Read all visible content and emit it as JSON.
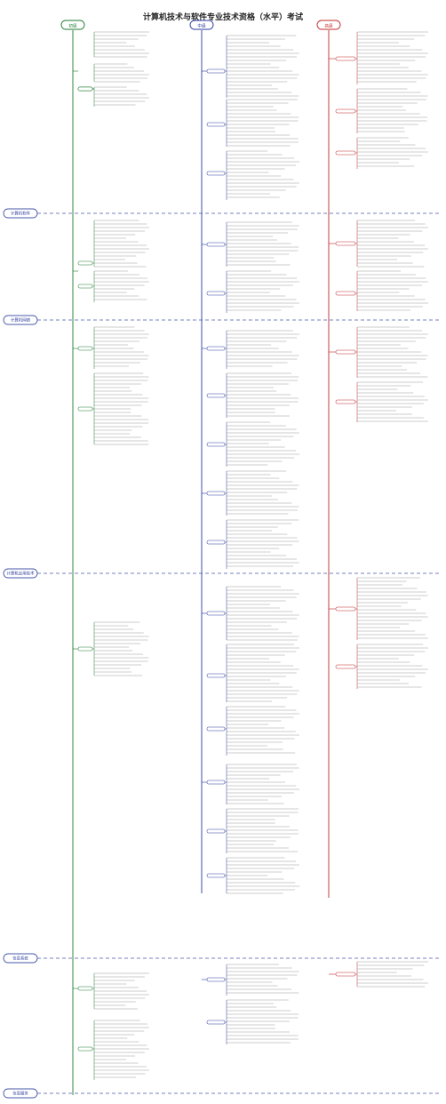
{
  "title": "计算机技术与软件专业技术资格（水平）考试",
  "columns": [
    {
      "label": "初级",
      "color": "#1e7a2e"
    },
    {
      "label": "中级",
      "color": "#2a3a9a"
    },
    {
      "label": "高级",
      "color": "#c0282a"
    }
  ],
  "categories": [
    {
      "label": "计算机软件"
    },
    {
      "label": "计算机网络"
    },
    {
      "label": "计算机应用技术"
    },
    {
      "label": "信息系统"
    },
    {
      "label": "信息服务"
    }
  ],
  "colors": {
    "line": "#888888",
    "dash": "#4a5aa8",
    "text": "#555555"
  }
}
